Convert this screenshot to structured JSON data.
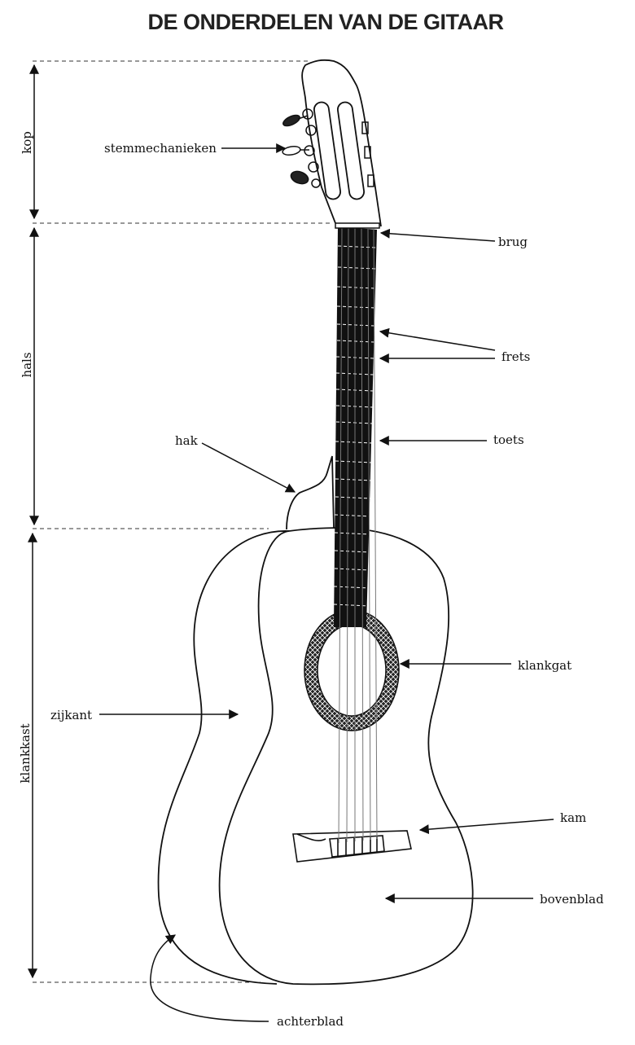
{
  "title": "DE ONDERDELEN VAN DE GITAAR",
  "sections": {
    "kop": "kop",
    "hals": "hals",
    "klankkast": "klankkast"
  },
  "labels": {
    "stemmechanieken": "stemmechanieken",
    "brug": "brug",
    "frets": "frets",
    "toets": "toets",
    "hak": "hak",
    "klankgat": "klankgat",
    "zijkant": "zijkant",
    "kam": "kam",
    "bovenblad": "bovenblad",
    "achterblad": "achterblad"
  }
}
